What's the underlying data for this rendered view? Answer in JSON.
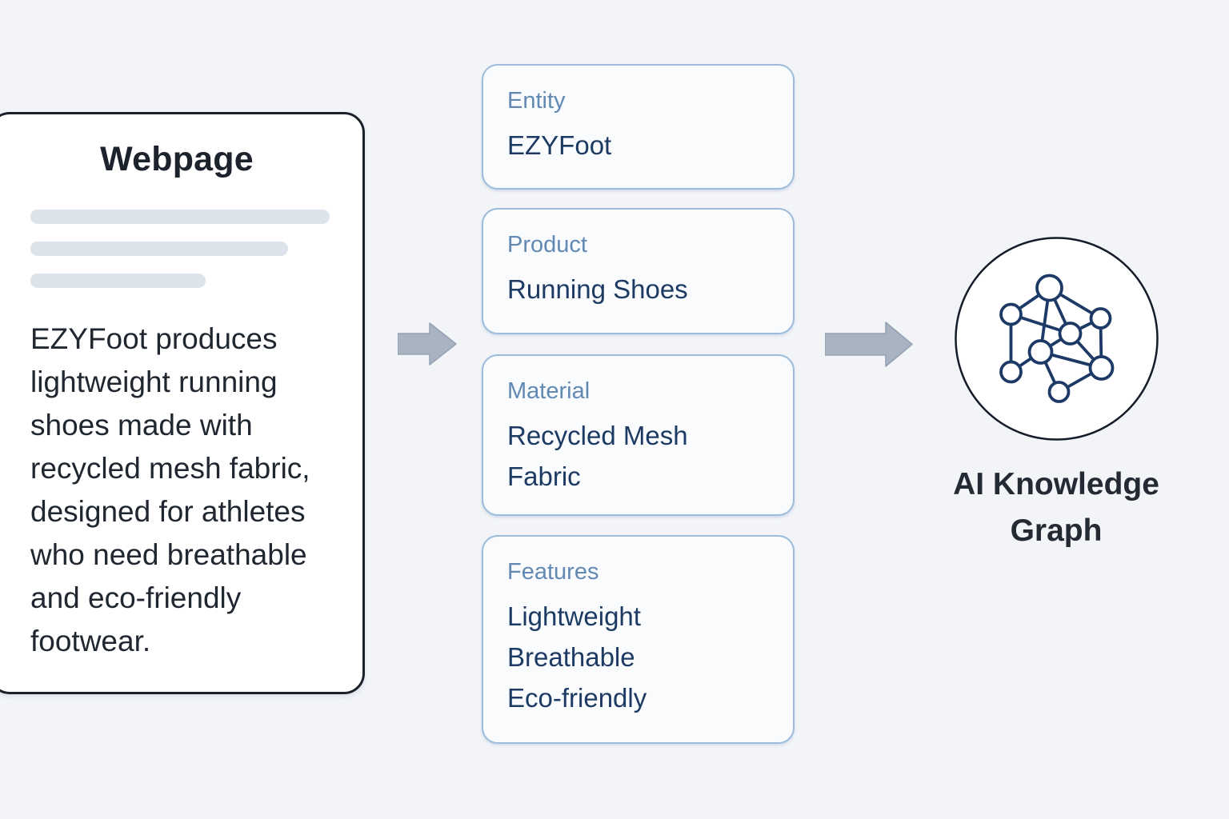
{
  "webpage_card": {
    "title": "Webpage",
    "paragraph": "EZYFoot produces lightweight running shoes made with recycled mesh fabric, designed for athletes who need breathable and eco-friendly footwear."
  },
  "extraction_cards": {
    "entity": {
      "label": "Entity",
      "value": "EZYFoot"
    },
    "product": {
      "label": "Product",
      "value": "Running Shoes"
    },
    "material": {
      "label": "Material",
      "value": "Recycled Mesh Fabric"
    },
    "features": {
      "label": "Features",
      "value": "Lightweight\nBreathable\nEco-friendly"
    }
  },
  "knowledge_graph": {
    "label": "AI Knowledge Graph",
    "icon": "network-graph-icon"
  },
  "colors": {
    "page_background": "#f2f4f8",
    "webpage_card_border": "#1a212b",
    "extraction_card_border": "#9dbcdb",
    "extraction_card_background": "#f9fbfd",
    "label_blue": "#6189b3",
    "value_navy": "#1d3a63",
    "text_dark": "#202731",
    "skeleton_gray": "#dde3eb",
    "arrow_gray": "#a9b3c1",
    "graph_navy": "#1d3a66"
  }
}
